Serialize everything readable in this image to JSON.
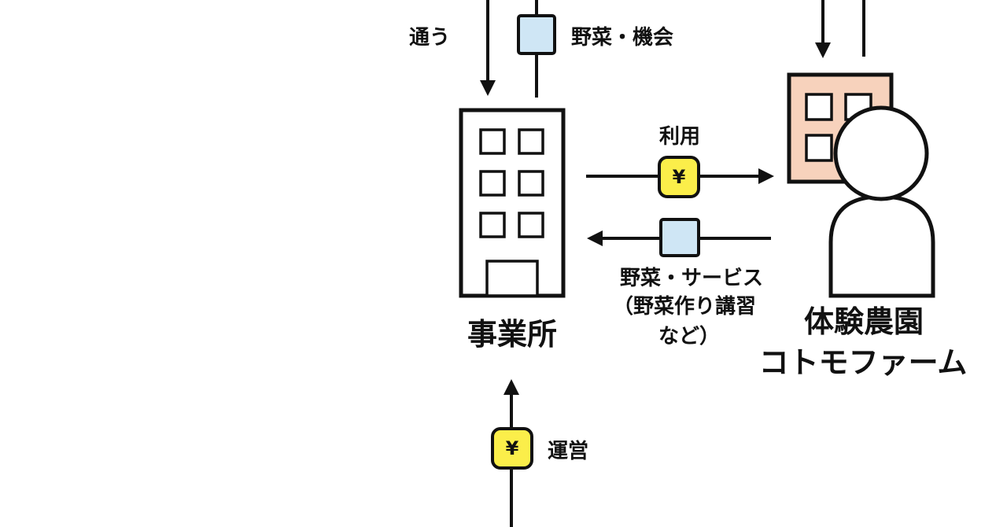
{
  "labels": {
    "commute": "通う",
    "veg_opportunity": "野菜・機会",
    "usage": "利用",
    "veg_service_line1": "野菜・サービス",
    "veg_service_line2": "（野菜作り講習",
    "veg_service_line3": "など）",
    "office": "事業所",
    "farm_line1": "体験農園",
    "farm_line2": "コトモファーム",
    "operation": "運営",
    "yen_symbol": "¥"
  },
  "colors": {
    "line": "#111111",
    "money_token": "#fbee4a",
    "goods_token": "#cfe6f5",
    "farm_building": "#f7d2bc",
    "white": "#ffffff"
  }
}
